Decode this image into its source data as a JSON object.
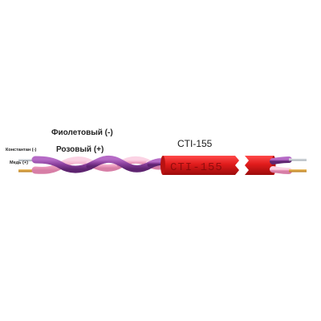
{
  "labels": {
    "violet_wire": "Фиолетовый (-)",
    "pink_wire": "Розовый (+)",
    "constantan": "Константан (-)",
    "copper": "Медь (+)",
    "product_name": "CTI-155",
    "jacket_print": "CTI-155"
  },
  "colors": {
    "violet": "#8a3f9c",
    "violet_dark": "#5e2470",
    "pink": "#f2a6c6",
    "pink_dark": "#d77ea6",
    "jacket_red": "#e01b1b",
    "jacket_dark": "#a80e0e",
    "copper": "#d89a2a",
    "constantan": "#c9ced3"
  }
}
